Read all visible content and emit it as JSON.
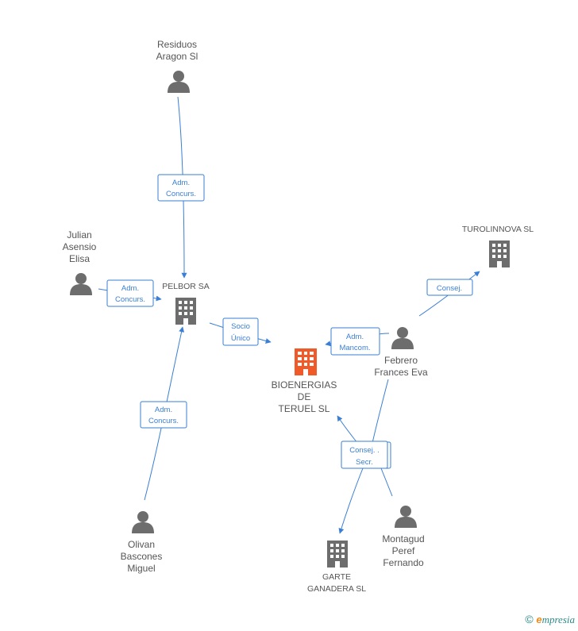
{
  "colors": {
    "accent": "#3a7fd5",
    "node_gray": "#6d6d6d",
    "focus_orange": "#f05a28",
    "label_gray": "#555555"
  },
  "nodes": [
    {
      "id": "residuos",
      "type": "person",
      "lines": [
        "Residuos",
        "Aragon Sl"
      ]
    },
    {
      "id": "julian",
      "type": "person",
      "lines": [
        "Julian",
        "Asensio",
        "Elisa"
      ]
    },
    {
      "id": "pelbor",
      "type": "company",
      "lines": [
        "PELBOR SA"
      ]
    },
    {
      "id": "turolinnova",
      "type": "company",
      "lines": [
        "TUROLINNOVA SL"
      ]
    },
    {
      "id": "bioenergias",
      "type": "company-focus",
      "lines": [
        "BIOENERGIAS",
        "DE",
        "TERUEL SL"
      ]
    },
    {
      "id": "febrero",
      "type": "person",
      "lines": [
        "Febrero",
        "Frances Eva"
      ]
    },
    {
      "id": "olivan",
      "type": "person",
      "lines": [
        "Olivan",
        "Bascones",
        "Miguel"
      ]
    },
    {
      "id": "montagud",
      "type": "person",
      "lines": [
        "Montagud",
        "Peref",
        "Fernando"
      ]
    },
    {
      "id": "garte",
      "type": "company",
      "lines": [
        "GARTE",
        "GANADERA SL"
      ]
    }
  ],
  "edges": [
    {
      "id": "residuos-pelbor",
      "lines": [
        "Adm.",
        "Concurs."
      ]
    },
    {
      "id": "julian-pelbor",
      "lines": [
        "Adm.",
        "Concurs."
      ]
    },
    {
      "id": "olivan-pelbor",
      "lines": [
        "Adm.",
        "Concurs."
      ]
    },
    {
      "id": "pelbor-bioenergias",
      "lines": [
        "Socio",
        "Único"
      ]
    },
    {
      "id": "febrero-bioenergias",
      "lines": [
        "Adm.",
        "Mancom."
      ]
    },
    {
      "id": "febrero-turolinnova",
      "lines": [
        "Consej."
      ]
    },
    {
      "id": "consej-secr",
      "lines": [
        "Consej. .",
        "Secr."
      ]
    }
  ],
  "footer": {
    "copyright": "©",
    "brand_initial": "e",
    "brand_rest": "mpresia"
  }
}
